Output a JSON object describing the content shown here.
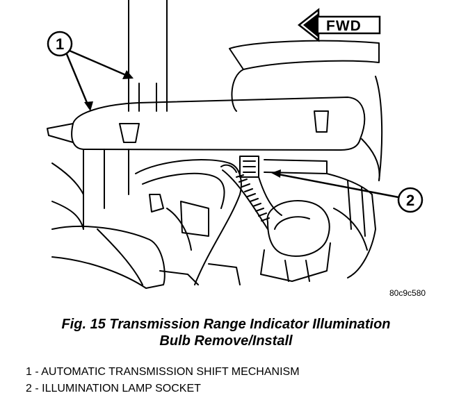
{
  "figure": {
    "direction_label": "FWD",
    "image_id": "80c9c580",
    "callouts": [
      {
        "number": "1"
      },
      {
        "number": "2"
      }
    ]
  },
  "caption": {
    "line1": "Fig. 15 Transmission Range Indicator Illumination",
    "line2": "Bulb Remove/Install"
  },
  "legend": [
    {
      "text": "1 - AUTOMATIC TRANSMISSION SHIFT MECHANISM"
    },
    {
      "text": "2 - ILLUMINATION LAMP SOCKET"
    }
  ]
}
